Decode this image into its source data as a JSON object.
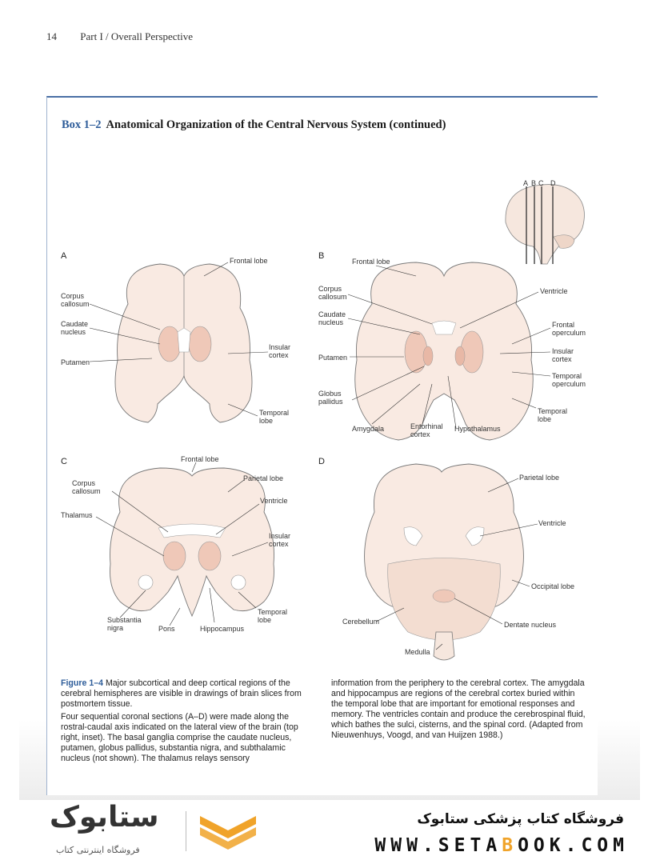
{
  "header": {
    "page_number": "14",
    "running_title": "Part I / Overall Perspective"
  },
  "box": {
    "label": "Box 1–2",
    "title": "Anatomical Organization of the Central Nervous System (continued)"
  },
  "inset": {
    "section_letters": [
      "A",
      "B",
      "C",
      "D"
    ]
  },
  "panels": {
    "A": {
      "letter": "A",
      "labels": [
        "Frontal lobe",
        "Corpus",
        "callosum",
        "Caudate",
        "nucleus",
        "Putamen",
        "Insular",
        "cortex",
        "Temporal",
        "lobe"
      ]
    },
    "B": {
      "letter": "B",
      "labels": [
        "Frontal lobe",
        "Corpus",
        "callosum",
        "Caudate",
        "nucleus",
        "Putamen",
        "Globus",
        "pallidus",
        "Amygdala",
        "Entorhinal",
        "cortex",
        "Hypothalamus",
        "Ventricle",
        "Frontal",
        "operculum",
        "Insular",
        "cortex",
        "Temporal",
        "operculum",
        "Temporal",
        "lobe"
      ]
    },
    "C": {
      "letter": "C",
      "labels": [
        "Frontal lobe",
        "Parietal lobe",
        "Corpus",
        "callosum",
        "Thalamus",
        "Ventricle",
        "Insular",
        "cortex",
        "Temporal",
        "lobe",
        "Substantia",
        "nigra",
        "Pons",
        "Hippocampus"
      ]
    },
    "D": {
      "letter": "D",
      "labels": [
        "Parietal lobe",
        "Ventricle",
        "Occipital lobe",
        "Cerebellum",
        "Dentate nucleus",
        "Medulla"
      ]
    }
  },
  "caption": {
    "figure_label": "Figure 1–4",
    "figure_title": "Major subcortical and deep cortical regions of the cerebral hemispheres are visible in drawings of brain slices from postmortem tissue.",
    "paragraph_1": "Four sequential coronal sections (A–D) were made along the rostral-caudal axis indicated on the lateral view of the brain (top right, inset). The basal ganglia comprise the caudate nucleus, putamen, globus pallidus, substantia nigra, and subthalamic nucleus (not shown). The thalamus relays sensory",
    "paragraph_2": "information from the periphery to the cerebral cortex. The amygdala and hippocampus are regions of the cerebral cortex buried within the temporal lobe that are important for emotional responses and memory. The ventricles contain and produce the cerebrospinal fluid, which bathes the sulci, cisterns, and the spinal cord. (Adapted from Nieuwenhuys, Voogd, and van Huijzen 1988.)"
  },
  "footer": {
    "store_name": "فروشگاه کتاب پزشکی ستابوک",
    "url_prefix": "WWW.SETA",
    "url_o": "B",
    "url_suffix": "OOK.COM",
    "logo_text": "ستابوک",
    "logo_sub": "فروشگاه اینترنتی کتاب"
  },
  "colors": {
    "accent_blue": "#2e5d9a",
    "tissue_fill": "#f9eae2",
    "nuclei_fill": "#efc8b8",
    "logo_orange": "#f0a329"
  }
}
